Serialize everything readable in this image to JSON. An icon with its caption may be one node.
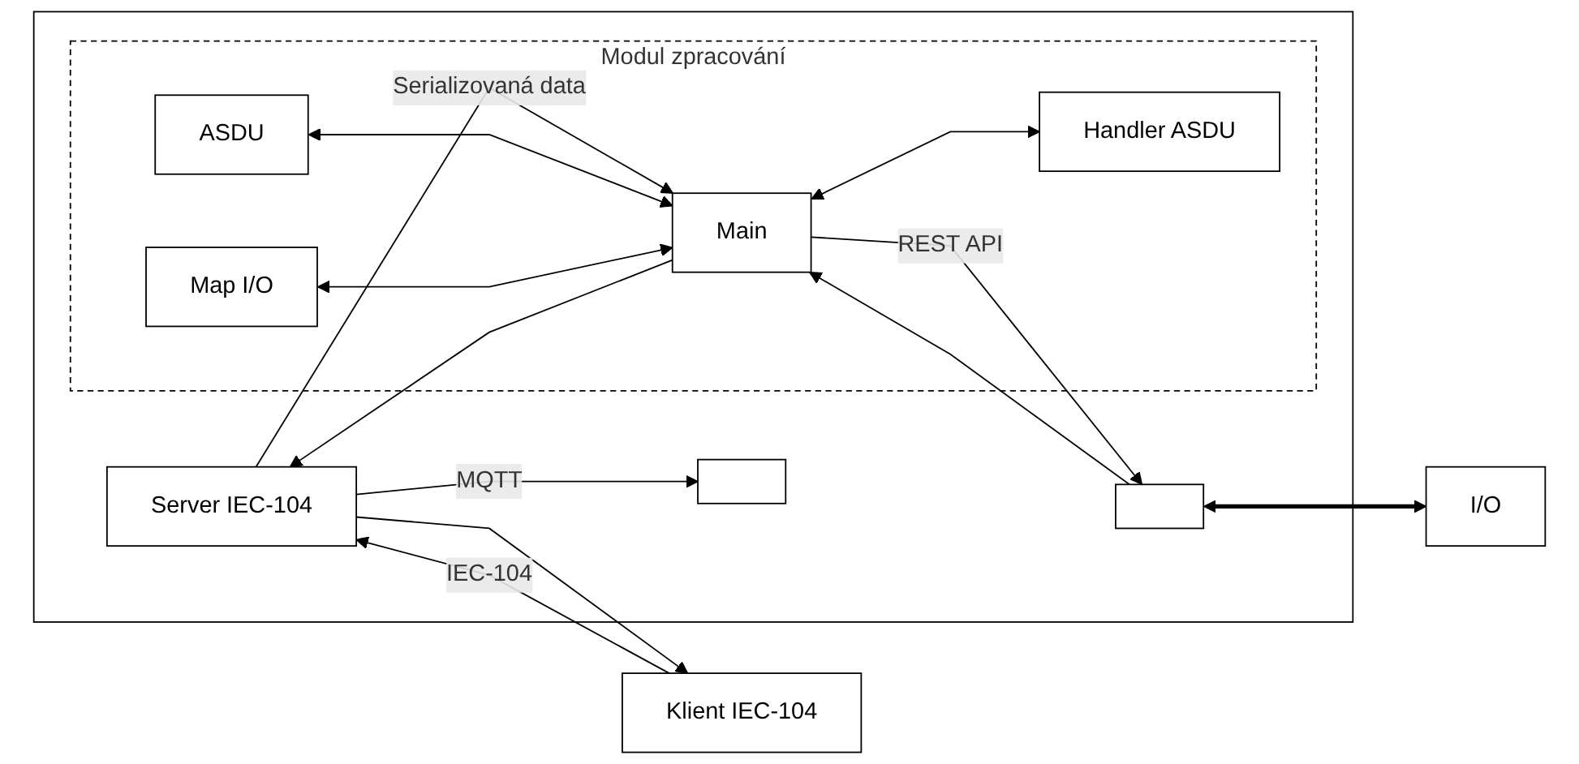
{
  "diagram": {
    "nodes": [
      {
        "text": [],
        "shape": "box"
      },
      {
        "text": [
          "Klient IEC-104"
        ]
      },
      {
        "text": [
          "Server IEC-104"
        ],
        "in": 0
      },
      {
        "text": [],
        "shape": "box",
        "in": 0
      },
      {
        "text": [
          "Modul zpracování"
        ],
        "in": 0
      },
      {
        "text": [
          "ASDU"
        ],
        "in": 4
      },
      {
        "text": [
          "Map I/O"
        ],
        "in": 4
      },
      {
        "text": [
          "Main"
        ],
        "in": 4
      },
      {
        "text": [
          "Handler ASDU"
        ],
        "in": 4
      },
      {
        "text": [],
        "shape": "box",
        "in": 0
      },
      {
        "text": [
          "I/O"
        ]
      }
    ],
    "edges": [
      {
        "from": 1,
        "to": 2,
        "arrow": "to",
        "label": "IEC-104"
      },
      {
        "from": 2,
        "to": 1,
        "arrow": "to"
      },
      {
        "from": 2,
        "to": 7,
        "arrow": "to",
        "label": "Serializovaná data"
      },
      {
        "from": 7,
        "to": 2,
        "arrow": "to"
      },
      {
        "from": 5,
        "to": 7,
        "arrow": "both"
      },
      {
        "from": 6,
        "to": 7,
        "arrow": "both"
      },
      {
        "from": 7,
        "to": 9,
        "arrow": "to",
        "label": "REST API"
      },
      {
        "from": 9,
        "to": 7,
        "arrow": "to"
      },
      {
        "from": 7,
        "to": 8,
        "arrow": "both"
      },
      {
        "from": 2,
        "to": 3,
        "arrow": "to",
        "label": "MQTT"
      },
      {
        "from": 9,
        "to": 10,
        "arrow": "both",
        "style": "thick"
      }
    ]
  }
}
